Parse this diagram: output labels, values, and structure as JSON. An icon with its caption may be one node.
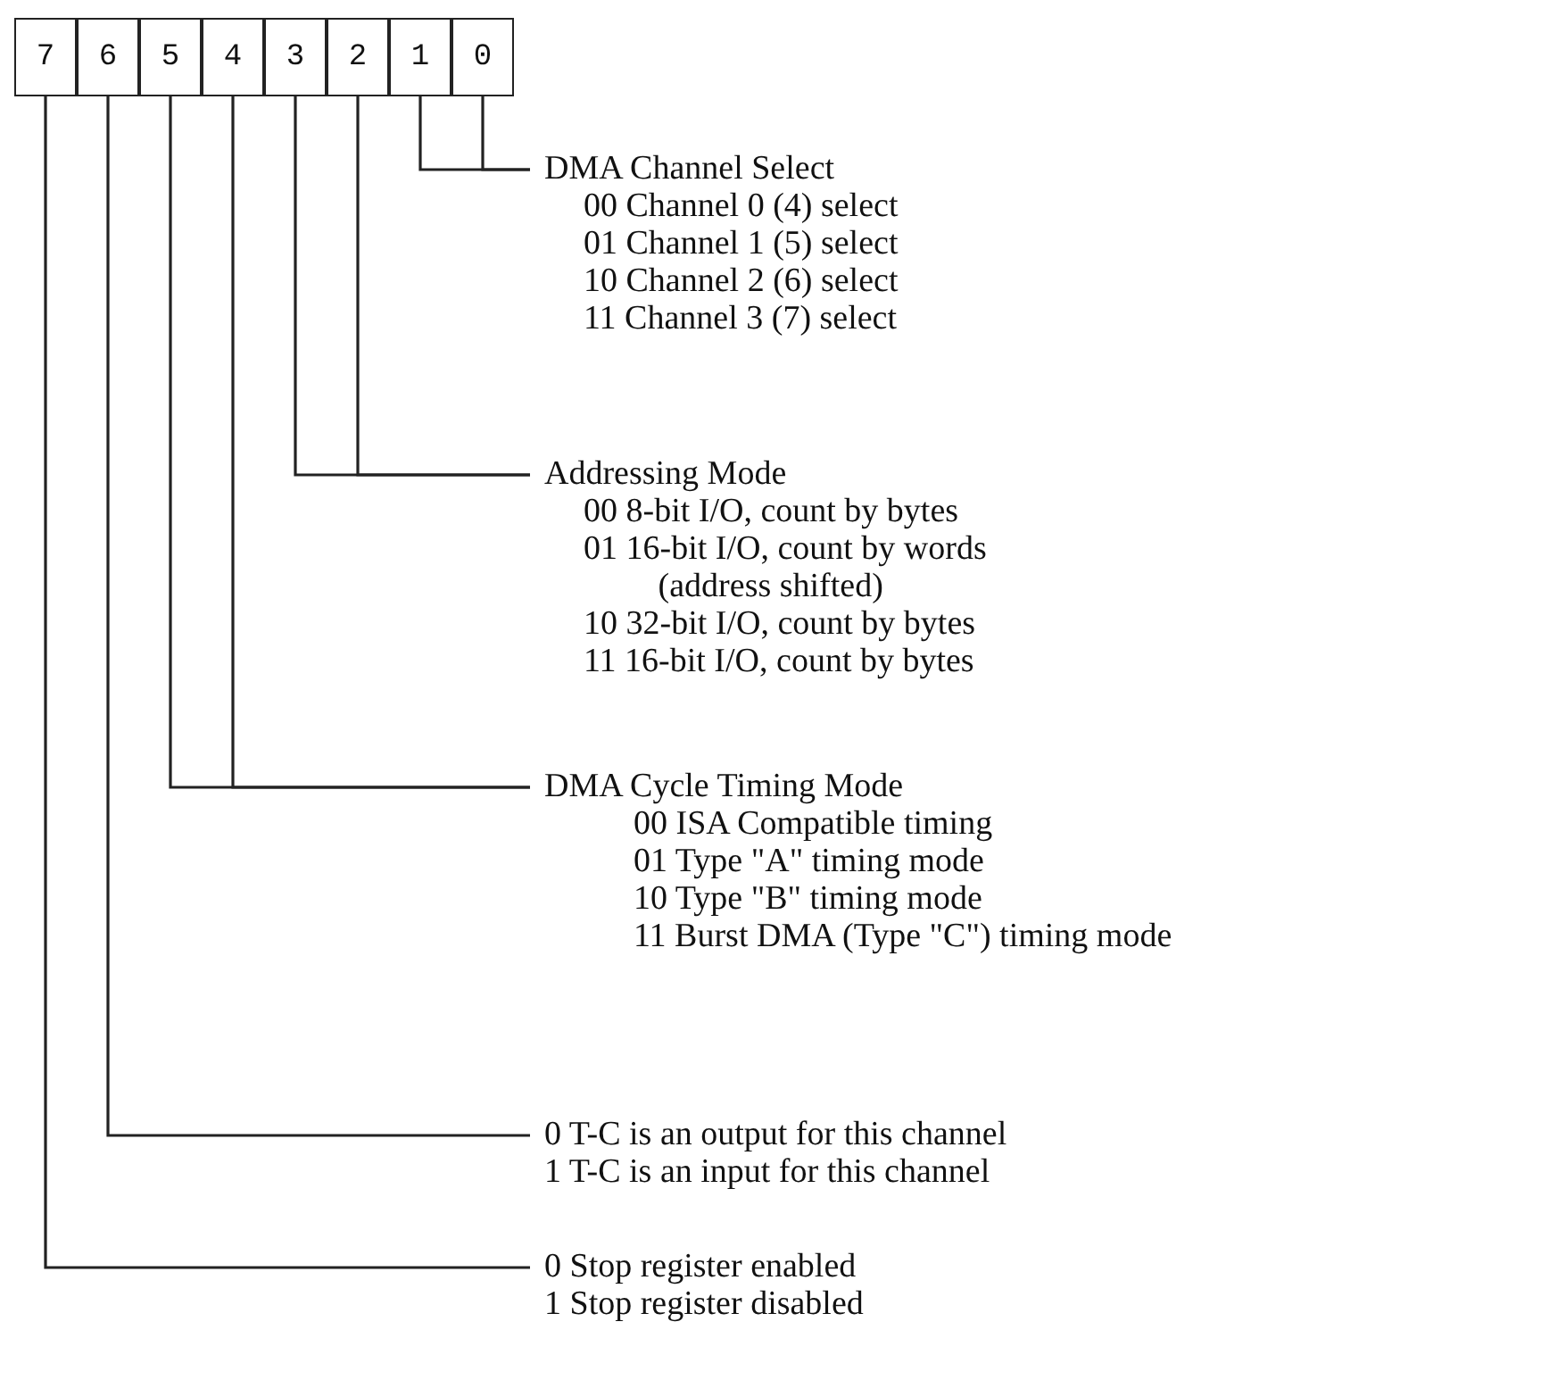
{
  "diagram": {
    "nodes": [
      {
        "text": [
          "7"
        ]
      },
      {
        "text": [
          "6"
        ]
      },
      {
        "text": [
          "5"
        ]
      },
      {
        "text": [
          "4"
        ]
      },
      {
        "text": [
          "3"
        ]
      },
      {
        "text": [
          "2"
        ]
      },
      {
        "text": [
          "1"
        ]
      },
      {
        "text": [
          "0"
        ]
      },
      {
        "text": [
          "DMA Channel Select",
          "00 Channel 0 (4) select",
          "01 Channel 1 (5) select",
          "10 Channel 2 (6) select",
          "11 Channel 3 (7) select"
        ]
      },
      {
        "text": [
          "Addressing Mode",
          "00 8-bit I/O, count by bytes",
          "01 16-bit I/O, count by words (address shifted)",
          "10 32-bit I/O, count by bytes",
          "11 16-bit I/O, count by bytes"
        ]
      },
      {
        "text": [
          "DMA Cycle Timing Mode",
          "00 ISA Compatible timing",
          "01 Type \"A\" timing mode",
          "10 Type \"B\" timing mode",
          "11 Burst DMA (Type \"C\") timing mode"
        ]
      },
      {
        "text": [
          "0 T-C is an output for this channel",
          "1 T-C is an input for this channel"
        ]
      },
      {
        "text": [
          "0 Stop register enabled",
          "1 Stop register disabled"
        ]
      }
    ],
    "edges": [
      {
        "from": 6,
        "to": 8,
        "arrow": "none"
      },
      {
        "from": 7,
        "to": 8,
        "arrow": "none"
      },
      {
        "from": 4,
        "to": 9,
        "arrow": "none"
      },
      {
        "from": 5,
        "to": 9,
        "arrow": "none"
      },
      {
        "from": 2,
        "to": 10,
        "arrow": "none"
      },
      {
        "from": 3,
        "to": 10,
        "arrow": "none"
      },
      {
        "from": 1,
        "to": 11,
        "arrow": "none"
      },
      {
        "from": 0,
        "to": 12,
        "arrow": "none"
      }
    ]
  }
}
